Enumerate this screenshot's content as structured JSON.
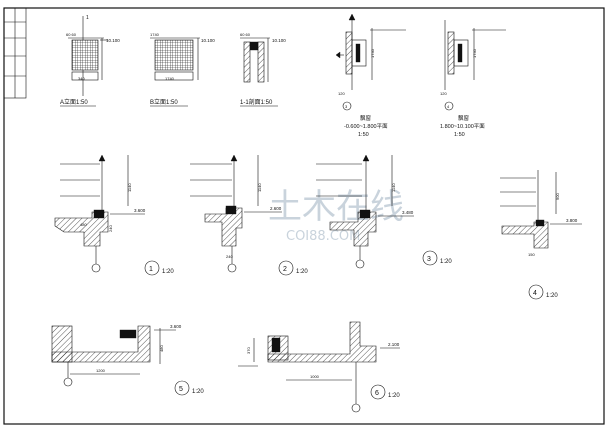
{
  "labels": {
    "elev_a": "A立面1:50",
    "elev_b": "B立面1:50",
    "section_11": "1-1剖面1:50",
    "window1_title": "飘窗",
    "window1_sub": "-0.600~1.800平面",
    "window1_scale": "1:50",
    "window2_title": "飘窗",
    "window2_sub": "1.800~10.100平面",
    "window2_scale": "1:50",
    "detail_scale": "1:20",
    "section_mark": "1"
  },
  "dims": {
    "d_10100": "10.100",
    "d_10100b": "10.100",
    "d_10100c": "10.100",
    "d_1740a": "1740",
    "d_1740b": "1740",
    "d_1140a": "1140",
    "d_1140b": "1140",
    "d_1140c": "1140",
    "d_3600": "3.600",
    "d_2600": "2.600",
    "d_3480": "3.480",
    "d_3800": "3.800",
    "d_3600b": "3.600",
    "d_2100": "2.100",
    "d_480": "480",
    "d_370": "370",
    "d_120": "120",
    "d_240a": "240",
    "d_240b": "240",
    "d_1200": "1200",
    "d_1000": "1000",
    "d_900": "900",
    "d_340": "340",
    "d_150": "150",
    "d_60": "60 60"
  },
  "detail_numbers": [
    "1",
    "2",
    "3",
    "4",
    "5",
    "6"
  ],
  "watermark": {
    "cn": "土木在线",
    "en": "COI88.COM"
  }
}
